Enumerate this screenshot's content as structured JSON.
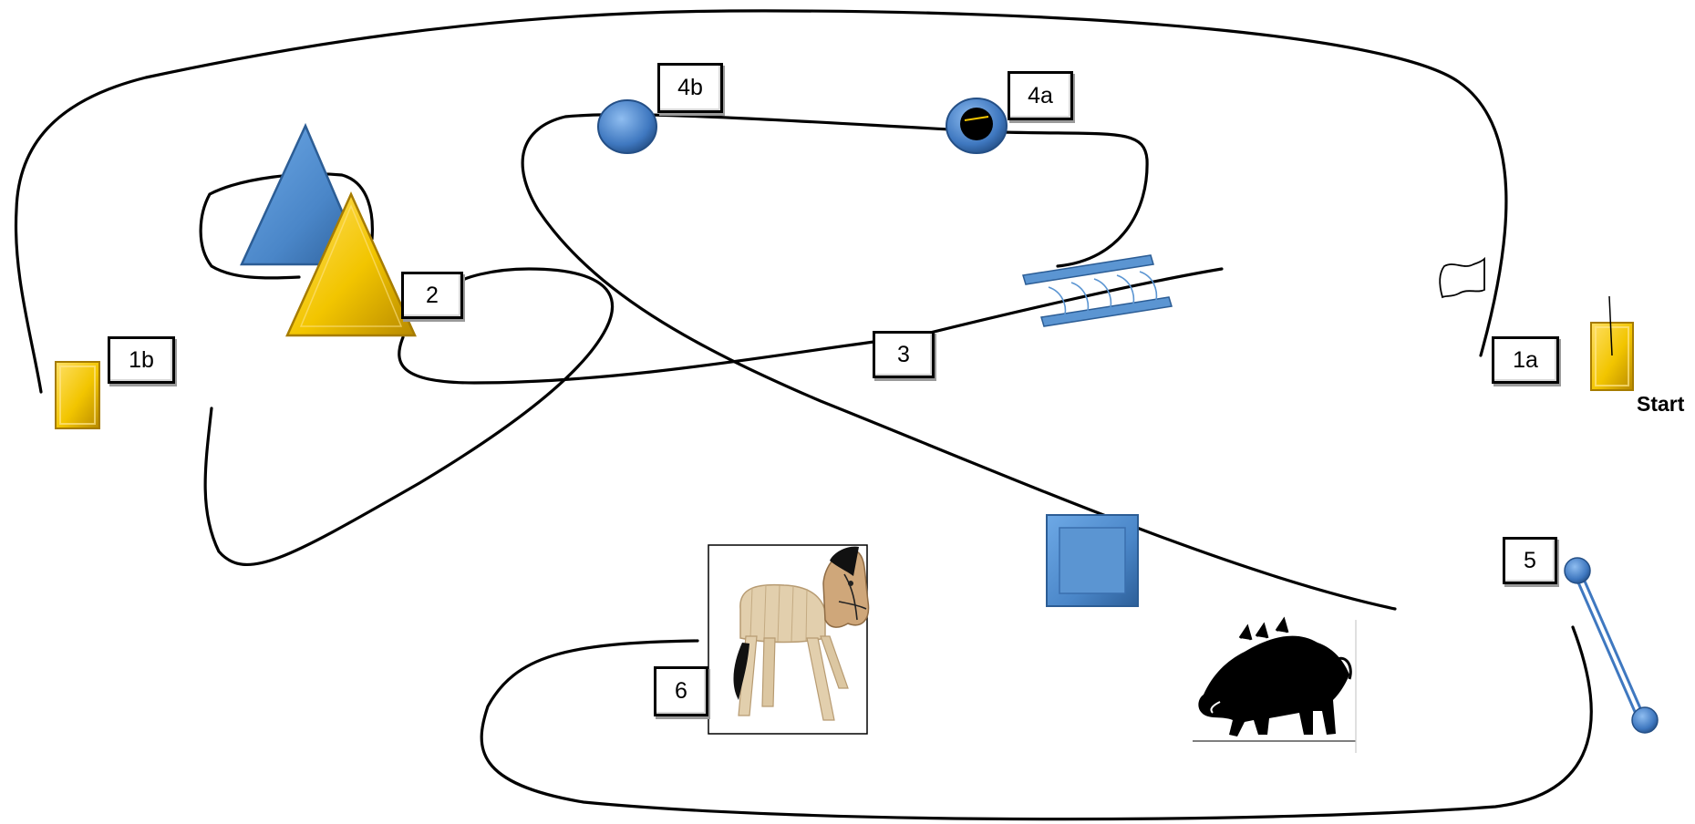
{
  "labels": {
    "l1a": "1a",
    "l1b": "1b",
    "l2": "2",
    "l3": "3",
    "l4a": "4a",
    "l4b": "4b",
    "l5": "5",
    "l6": "6"
  },
  "start_text": "Start",
  "colors": {
    "yellow": "#f2c500",
    "blue": "#4f8fd1",
    "line": "#000000"
  },
  "icons": {
    "flag": "flag-icon",
    "boar": "boar-silhouette",
    "horse": "wooden-horse"
  }
}
